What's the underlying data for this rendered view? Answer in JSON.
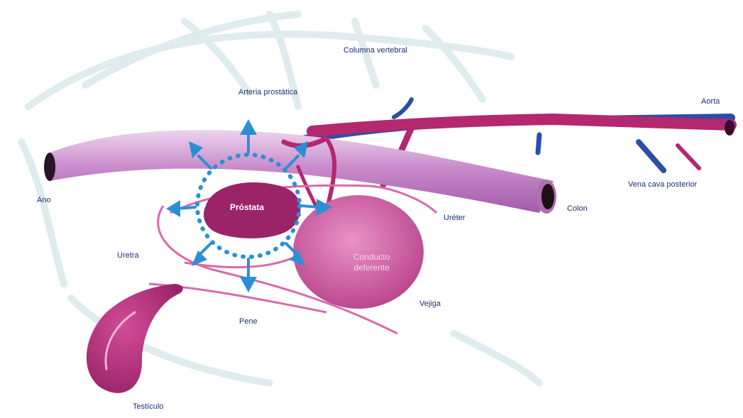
{
  "labels": {
    "columna": "Columna vertebral",
    "arteria": "Arteria prostática",
    "aorta": "Aorta",
    "vena_cava": "Vena cava posterior",
    "ano": "Ano",
    "prostata": "Próstata",
    "colon": "Colon",
    "ureter": "Uréter",
    "uretra": "Uretra",
    "conducto_1": "Conducto",
    "conducto_2": "deferente",
    "vejiga": "Vejiga",
    "pene": "Pene",
    "testiculo": "Testículo"
  },
  "colors": {
    "artery": "#b3286f",
    "vein": "#2a4fa6",
    "colon": "#c489c6",
    "bladder": "#d965a9",
    "prostate": "#9b2368",
    "arrows": "#2b8fd6",
    "skeleton": "#e3eef0",
    "label": "#1d2f6e"
  }
}
